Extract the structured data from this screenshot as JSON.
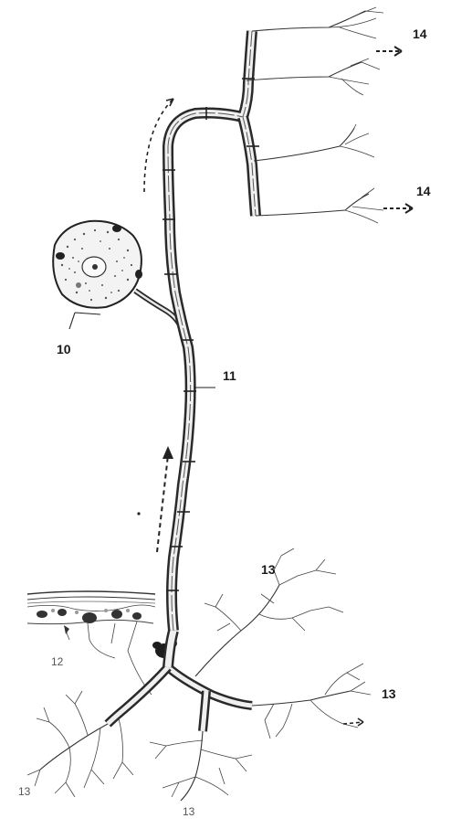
{
  "labels": {
    "cell_body": "10",
    "axon": "11",
    "skin_receptor": "12",
    "branch_right": "13",
    "branch_lower_right": "13",
    "branch_lower_left": "13",
    "branch_bottom": "13",
    "terminal_upper": "14",
    "terminal_lower": "14"
  },
  "colors": {
    "ink": "#2a2a2a",
    "background": "#ffffff"
  },
  "icons": {
    "direction_arrow_up": "dashed-arrow-up",
    "direction_arrow_curve": "dashed-arrow-curve",
    "terminal_arrow": "arrow-right"
  }
}
